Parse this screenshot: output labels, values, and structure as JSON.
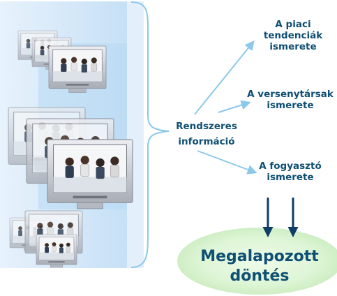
{
  "center": {
    "line1": "Rendszeres",
    "line2": "információ"
  },
  "outputs": [
    {
      "line1": "A piaci",
      "line2": "tendenciák",
      "line3": "ismerete"
    },
    {
      "line1": "A versenytársak",
      "line2": "ismerete"
    },
    {
      "line1": "A fogyasztó",
      "line2": "ismerete"
    }
  ],
  "result": {
    "line1": "Megalapozott",
    "line2": "döntés"
  },
  "colors": {
    "text": "#0f4f73",
    "arrow_light": "#8cc8ea",
    "arrow_dark": "#0e3d66",
    "panel": "#cfe6f8",
    "ellipse": "#dff5d9"
  },
  "icons": [
    "computer-monitor-icon",
    "down-arrow-icon"
  ]
}
